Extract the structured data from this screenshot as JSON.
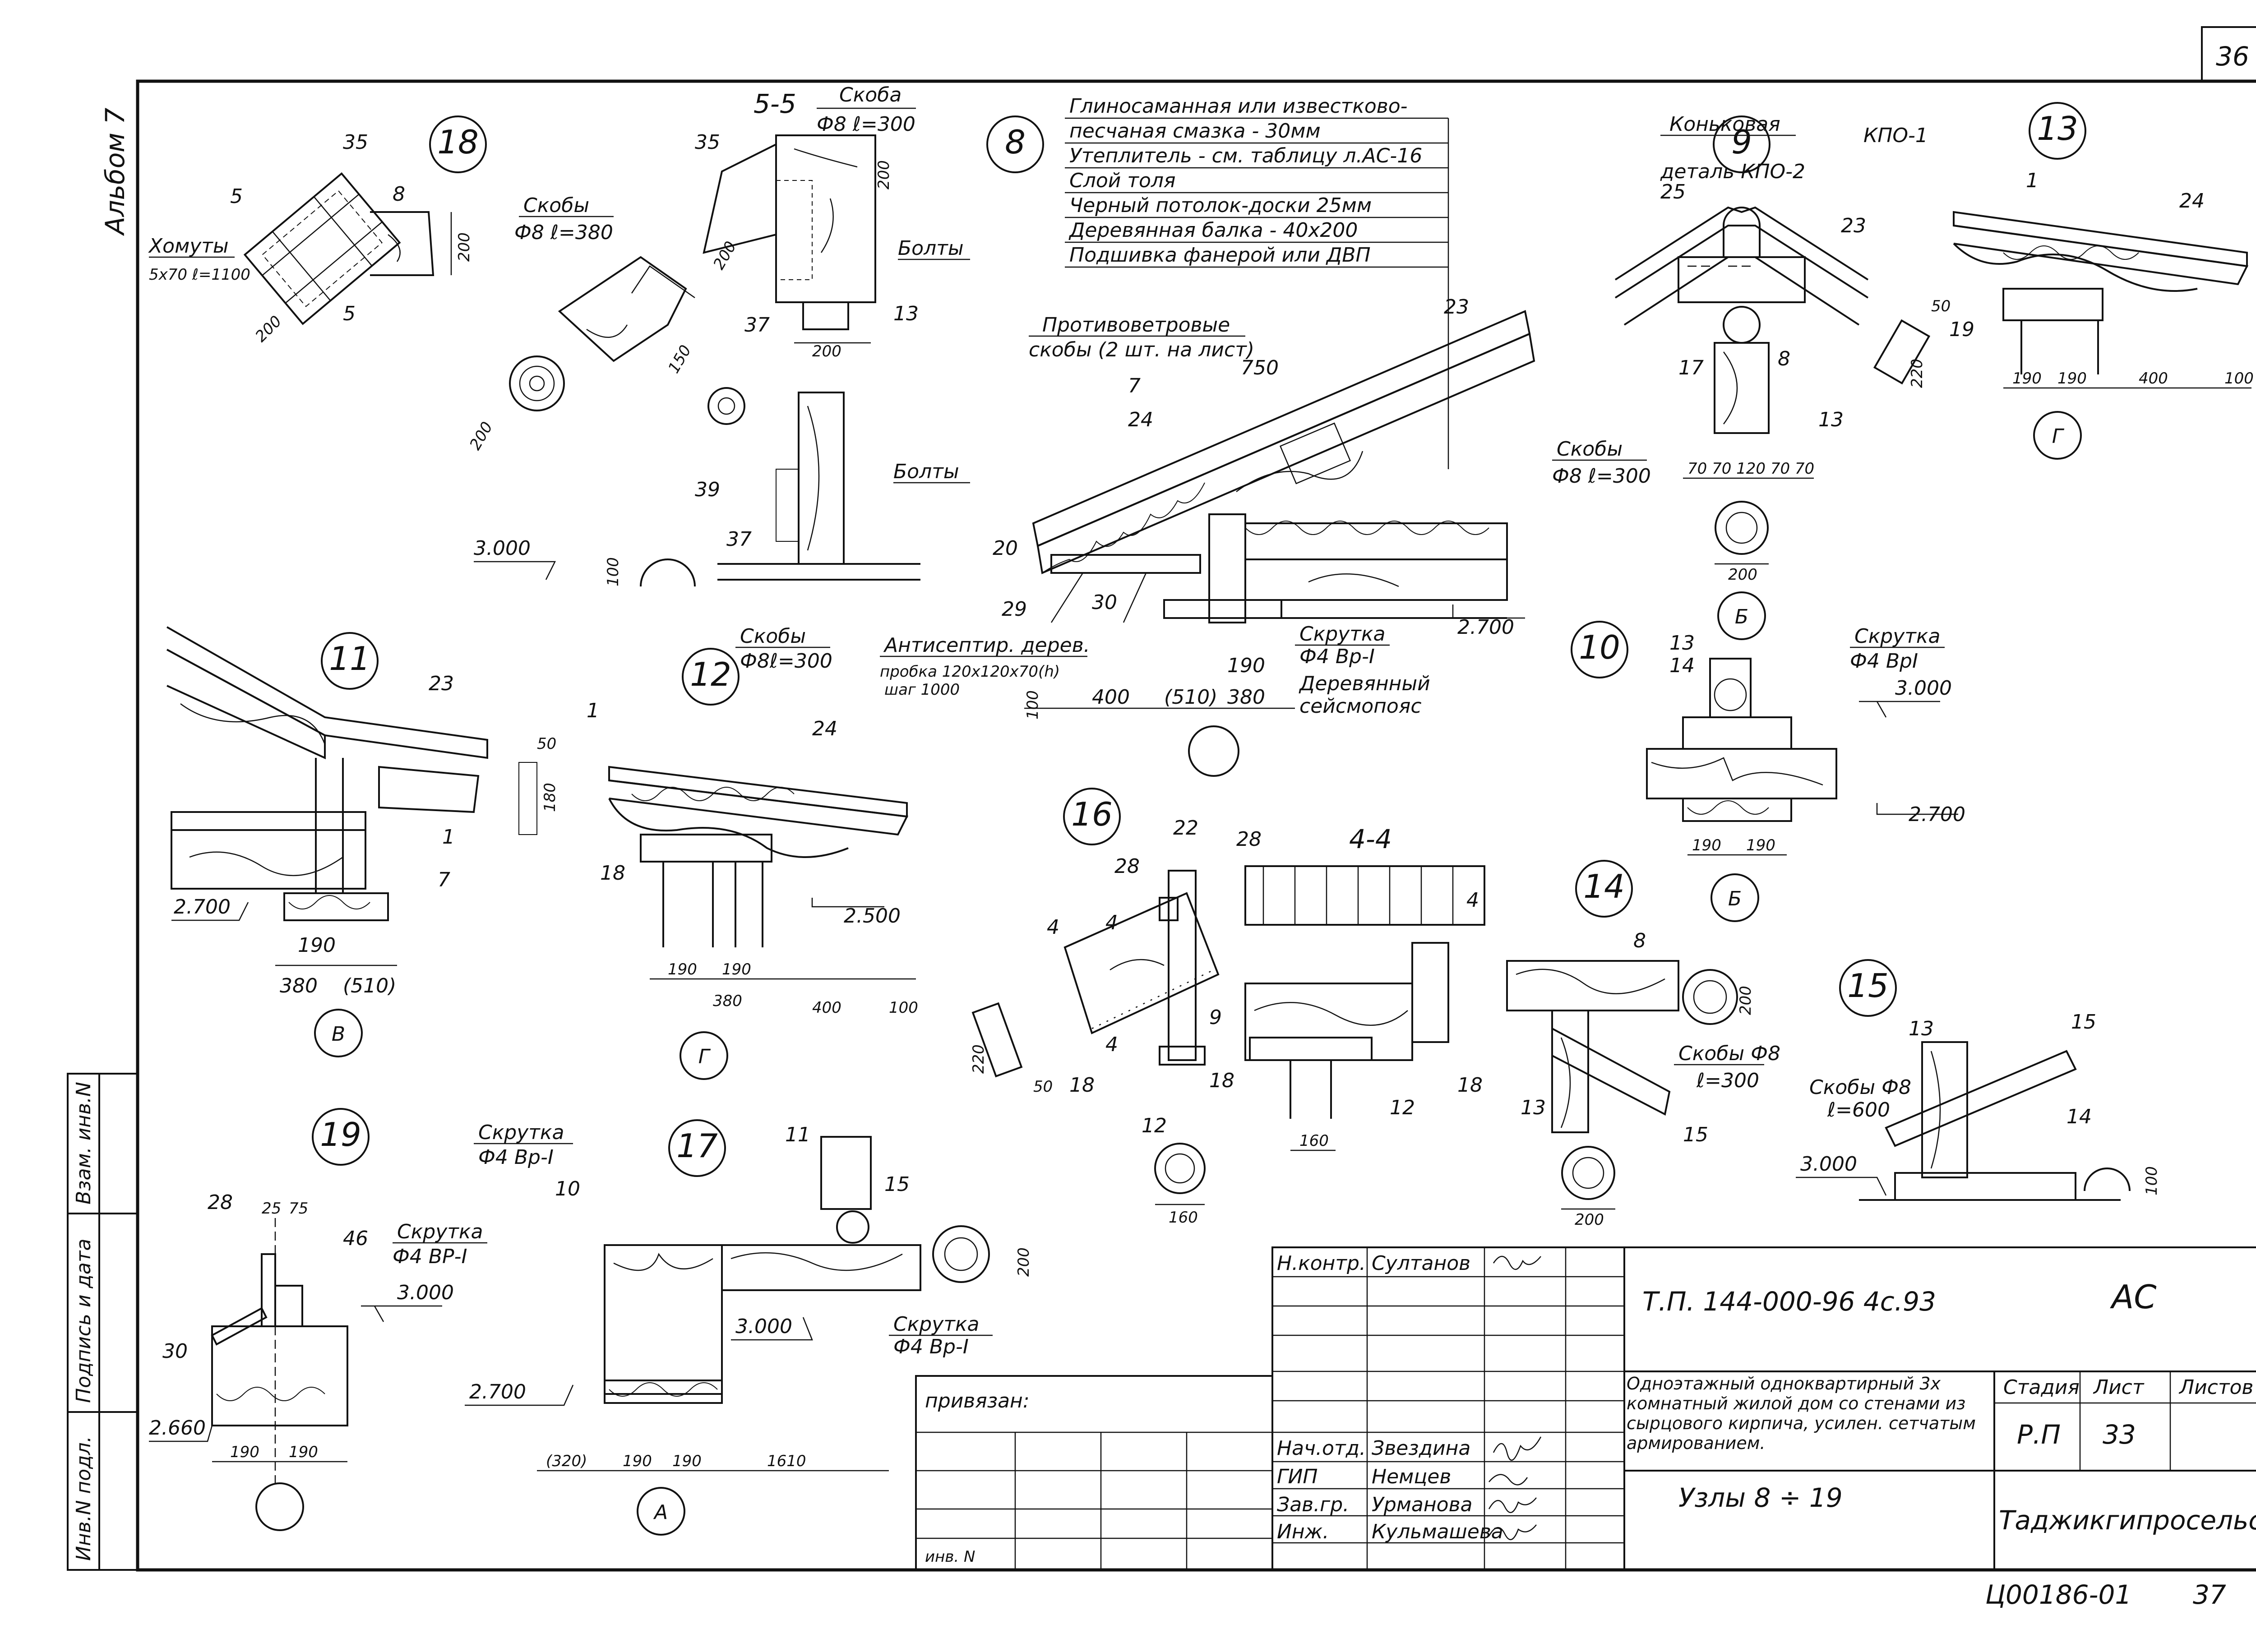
{
  "sheet": {
    "corner_number": "36",
    "album_label": "Альбом 7",
    "bottom_code": "Ц00186-01",
    "bottom_page": "37"
  },
  "left_stamp": {
    "col1": "Инв.N подл.",
    "col2": "Подпись и дата",
    "col3": "Взам. инв.N"
  },
  "title_block": {
    "attached": "привязан:",
    "inv": "инв. N",
    "doc_code": "Т.П. 144-000-96 4с.93",
    "section": "АС",
    "description": "Одноэтажный одноквартирный 3х комнатный жилой дом со стенами из сырцового кирпича, усилен. сетчатым армированием.",
    "sheet_title": "Узлы 8 ÷ 19",
    "org": "Таджикгипросельстрой\"",
    "stage_h": "Стадия",
    "sheet_h": "Лист",
    "sheets_h": "Листов",
    "stage": "Р.П",
    "sheet_no": "33",
    "roles": [
      {
        "role": "Н.контр.",
        "name": "Султанов"
      },
      {
        "role": "Нач.отд.",
        "name": "Звездина"
      },
      {
        "role": "ГИП",
        "name": "Немцев"
      },
      {
        "role": "Зав.гр.",
        "name": "Урманова"
      },
      {
        "role": "Инж.",
        "name": "Кульмашева"
      }
    ]
  },
  "nodes": {
    "n18": "18",
    "n8": "8",
    "n9": "9",
    "n13": "13",
    "n11": "11",
    "n12": "12",
    "n10": "10",
    "n16": "16",
    "n14": "14",
    "n15": "15",
    "n19": "19",
    "n17": "17",
    "sec55": "5-5",
    "sec44": "4-4"
  },
  "axes": {
    "a_v": "В",
    "a_g1": "Г",
    "a_g2": "Г",
    "a_b1": "Б",
    "a_b2": "Б",
    "a_a": "А"
  },
  "legend8": [
    "Глиносаманная или известково-",
    "песчаная смазка        - 30мм",
    "Утеплитель - см. таблицу л.АС-16",
    "Слой толя",
    "Черный потолок-доски 25мм",
    "Деревянная балка     - 40х200",
    "Подшивка фанерой или ДВП"
  ],
  "labels": {
    "l18_hom1": "Хомуты",
    "l18_hom2": "5х70 ℓ=1100",
    "l18_35": "35",
    "l18_5a": "5",
    "l18_8": "8",
    "l18_5b": "5",
    "l18_200a": "200",
    "l18_200b": "200",
    "l55_skoba1": "Скоба",
    "l55_skoba2": "Ф8 ℓ=300",
    "l55_35": "35",
    "l55_200a": "200",
    "l55_200b": "200",
    "l55_bolt": "Болты",
    "l55_37": "37",
    "l55_13": "13",
    "l55_200c": "200",
    "lsk_a1": "Скобы",
    "lsk_a2": "Ф8 ℓ=380",
    "l_200d": "200",
    "l_150": "150",
    "l_39": "39",
    "l_bolt2": "Болты",
    "l_37b": "37",
    "l_3000a": "3.000",
    "l_100a": "100",
    "l_skob3a": "Скобы",
    "l_skob3b": "Ф8ℓ=300",
    "l8_protiv1": "Противоветровые",
    "l8_protiv2": "скобы (2 шт. на лист)",
    "l8_750": "750",
    "l8_23": "23",
    "l8_7": "7",
    "l8_24": "24",
    "l8_20": "20",
    "l8_29": "29",
    "l8_30": "30",
    "l8_anti1": "Антисептир. дерев.",
    "l8_anti2": "пробка 120х120х70(h)",
    "l8_anti3": "шаг 1000",
    "l8_100": "100",
    "l8_400": "400",
    "l8_510": "(510)",
    "l8_190": "190",
    "l8_380": "380",
    "l8_skrut1": "Скрутка",
    "l8_skrut2": "Ф4 Вр-I",
    "l8_seism1": "Деревянный",
    "l8_seism2": "сейсмопояс",
    "l8_2700": "2.700",
    "l9_kon1": "Коньковая",
    "l9_kon2": "деталь КПО-2",
    "l9_kpo": "КПО-1",
    "l9_25": "25",
    "l9_23": "23",
    "l9_17": "17",
    "l9_8": "8",
    "l9_13": "13",
    "l9_skob1": "Скобы",
    "l9_skob2": "Ф8 ℓ=300",
    "l9_dims": "70 70 120 70 70",
    "l9_200": "200",
    "l13_1": "1",
    "l13_24": "24",
    "l13_19": "19",
    "l13_50": "50",
    "l13_220": "220",
    "l13_190a": "190",
    "l13_190b": "190",
    "l13_400": "400",
    "l13_100": "100",
    "l11_23": "23",
    "l11_1": "1",
    "l11_7": "7",
    "l11_2700": "2.700",
    "l11_190": "190",
    "l11_380": "380",
    "l11_510": "(510)",
    "l12_1": "1",
    "l12_24": "24",
    "l12_50": "50",
    "l12_180": "180",
    "l12_18": "18",
    "l12_2500": "2.500",
    "l12_190a": "190",
    "l12_190b": "190",
    "l12_380": "380",
    "l12_400": "400",
    "l12_100": "100",
    "l10_13": "13",
    "l10_14": "14",
    "l10_skr1": "Скрутка",
    "l10_skr2": "Ф4 ВрI",
    "l10_3000": "3.000",
    "l10_2700": "2.700",
    "l10_190a": "190",
    "l10_190b": "190",
    "l16_22": "22",
    "l16_28": "28",
    "l16_4a": "4",
    "l16_4b": "4",
    "l16_4c": "4",
    "l16_9": "9",
    "l16_18a": "18",
    "l16_18b": "18",
    "l16_12": "12",
    "l16_220": "220",
    "l16_50": "50",
    "l16_160": "160",
    "l44_28": "28",
    "l44_4": "4",
    "l44_12": "12",
    "l44_18": "18",
    "l44_160": "160",
    "l14_8": "8",
    "l14_200a": "200",
    "l14_skob1": "Скобы Ф8",
    "l14_skob2": "ℓ=300",
    "l14_13": "13",
    "l14_15": "15",
    "l14_200b": "200",
    "l15_13": "13",
    "l15_15": "15",
    "l15_14": "14",
    "l15_skob1": "Скобы Ф8",
    "l15_skob2": "ℓ=600",
    "l15_3000": "3.000",
    "l15_100": "100",
    "l19_28": "28",
    "l19_25": "25",
    "l19_75": "75",
    "l19_46": "46",
    "l19_skr1": "Скрутка",
    "l19_skr2": "Ф4 ВР-I",
    "l19_3000": "3.000",
    "l19_30": "30",
    "l19_2660": "2.660",
    "l19_190a": "190",
    "l19_190b": "190",
    "l17_skr1": "Скрутка",
    "l17_skr2": "Ф4 Вр-I",
    "l17_10": "10",
    "l17_11": "11",
    "l17_15": "15",
    "l17_200": "200",
    "l17_3000": "3.000",
    "l17_skr3": "Скрутка",
    "l17_skr4": "Ф4 Вр-I",
    "l17_2700": "2.700",
    "l17_320": "(320)",
    "l17_190a": "190",
    "l17_190b": "190",
    "l17_1610": "1610"
  }
}
